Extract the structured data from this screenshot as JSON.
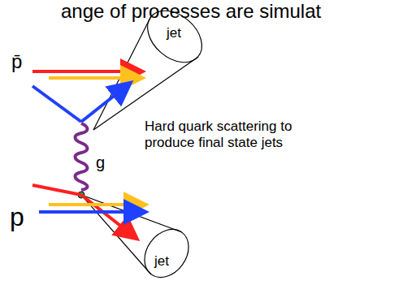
{
  "diagram": {
    "labels": [
      "ange of processes are simulat",
      "jet",
      "p̄",
      "g",
      "Hard quark scattering to produce final state jets",
      "p",
      "jet"
    ]
  }
}
